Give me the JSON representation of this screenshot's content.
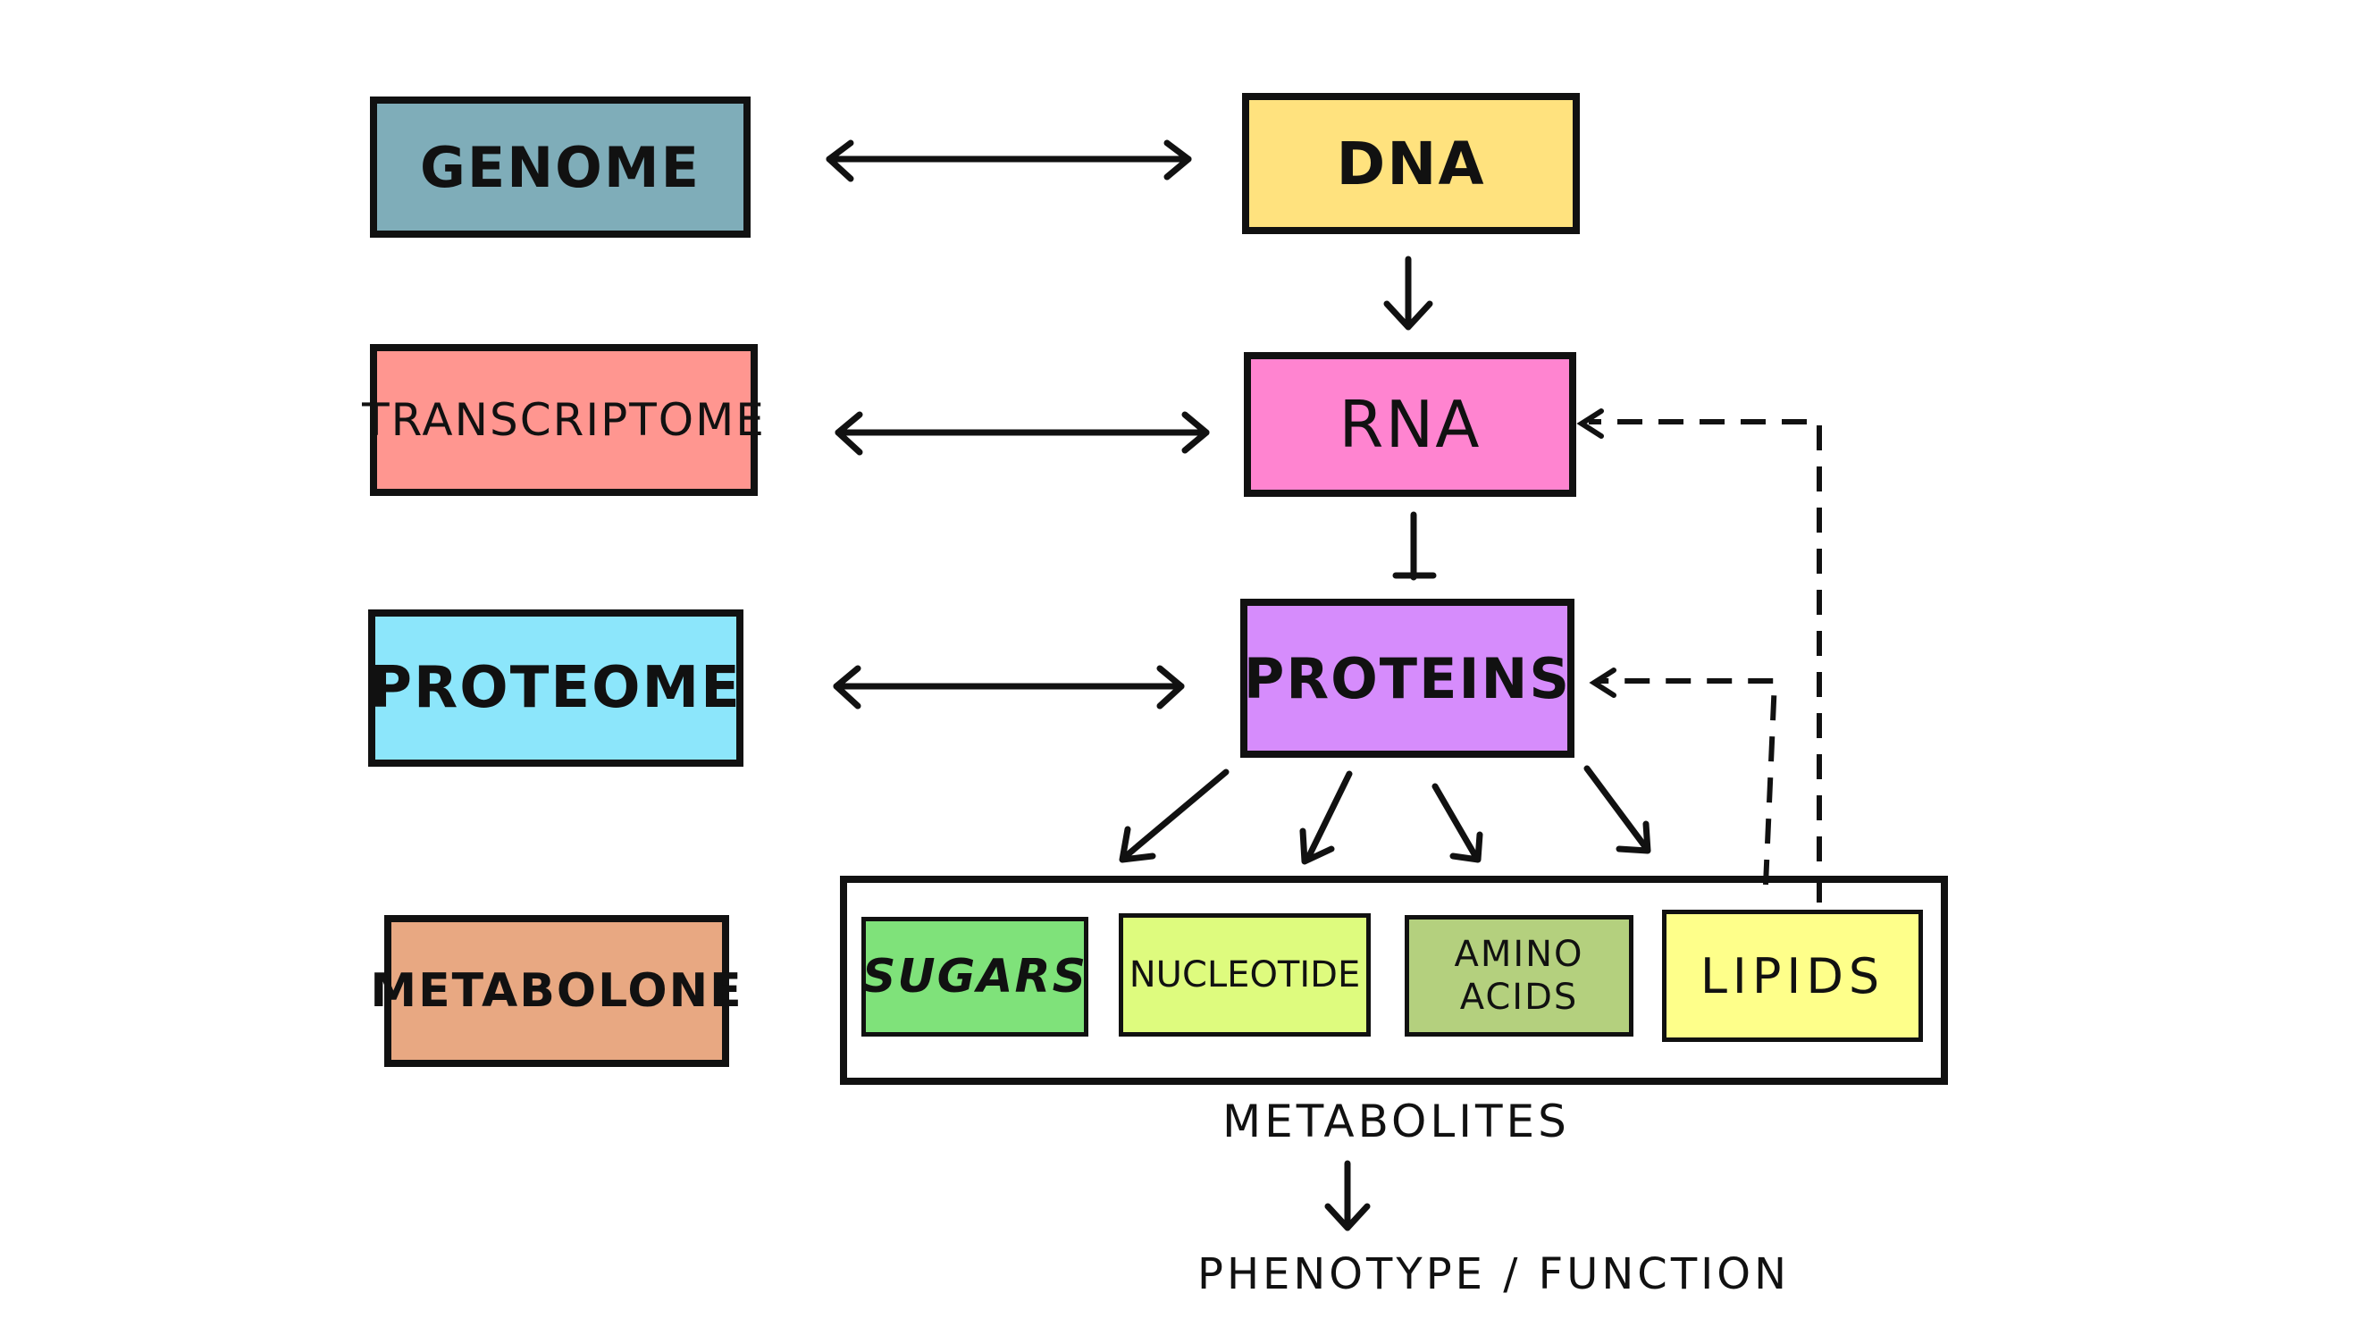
{
  "omics": {
    "genome": "GENOME",
    "transcriptome": "TRANSCRIPTOME",
    "proteome": "PROTEOME",
    "metabolome": "METABOLONE"
  },
  "molecules": {
    "dna": "DNA",
    "rna": "RNA",
    "proteins": "PROTEINS"
  },
  "metabolites": {
    "sugars": "SUGARS",
    "nucleotide": "NUCLEOTIDE",
    "amino_acids": "AMINO\nACIDS",
    "lipids": "LIPIDS",
    "caption": "METABOLITES"
  },
  "outcome": "PHENOTYPE / FUNCTION",
  "colors": {
    "genome": "#7fadb9",
    "transcriptome": "#ff9690",
    "proteome": "#8ce6fb",
    "metabolome": "#e8a882",
    "dna": "#ffe27e",
    "rna": "#ff84d0",
    "proteins": "#d68cfc",
    "sugars": "#7fe27a",
    "nucleotide": "#defb7e",
    "amino_acids": "#b4d07e",
    "lipids": "#feff8a"
  }
}
